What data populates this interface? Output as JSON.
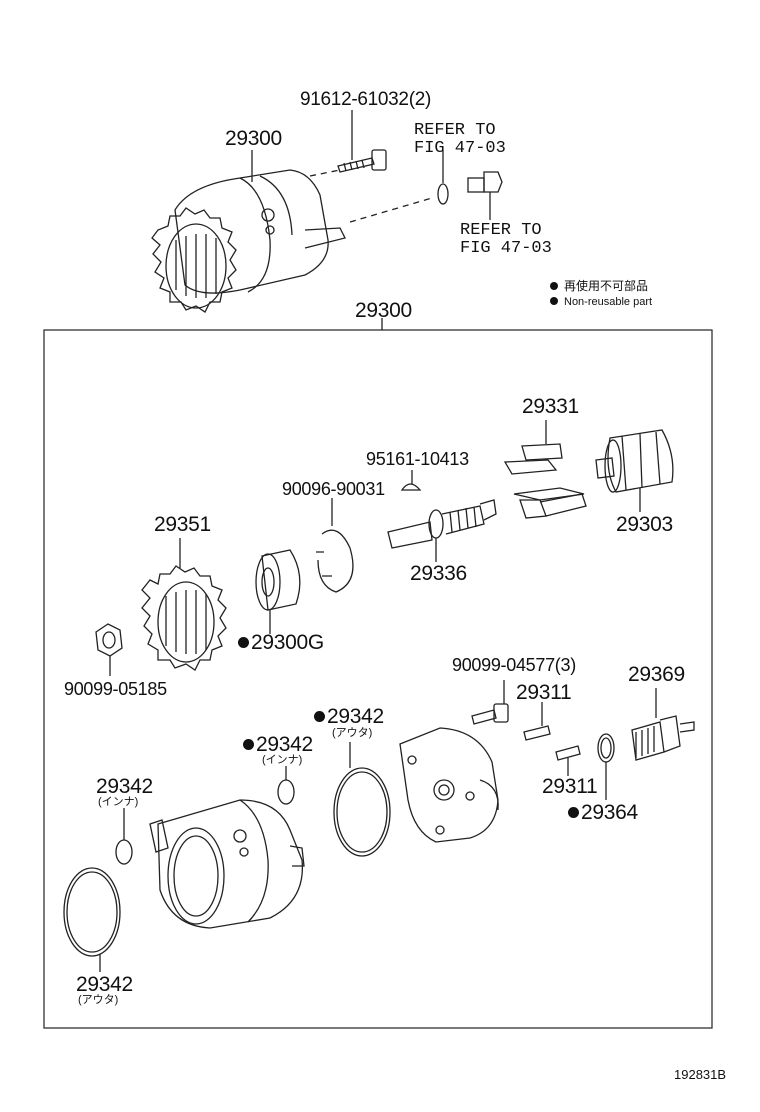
{
  "labels": {
    "bolt_top": "91612-61032(2)",
    "starter_top": "29300",
    "refer_1_line1": "REFER TO",
    "refer_1_line2": "FIG 47-03",
    "refer_2_line1": "REFER TO",
    "refer_2_line2": "FIG 47-03",
    "assembly": "29300",
    "brush_holder": "29331",
    "key": "95161-10413",
    "snap_ring": "90096-90031",
    "armature": "29303",
    "gear": "29351",
    "shaft": "29336",
    "bearing": "29300G",
    "nut": "90099-05185",
    "screw_mid": "90099-04577(3)",
    "pin_top": "29311",
    "terminal": "29369",
    "oring_outer_mid": "29342",
    "oring_outer_mid_note": "(アウタ)",
    "oring_inner_mid": "29342",
    "oring_inner_mid_note": "(インナ)",
    "pin_bottom": "29311",
    "gasket": "29364",
    "oring_inner_left": "29342",
    "oring_inner_left_note": "(インナ)",
    "oring_outer_bottom": "29342",
    "oring_outer_bottom_note": "(アウタ)"
  },
  "legend": {
    "jp": "再使用不可部品",
    "en": "Non-reusable part"
  },
  "reference": "192831B"
}
